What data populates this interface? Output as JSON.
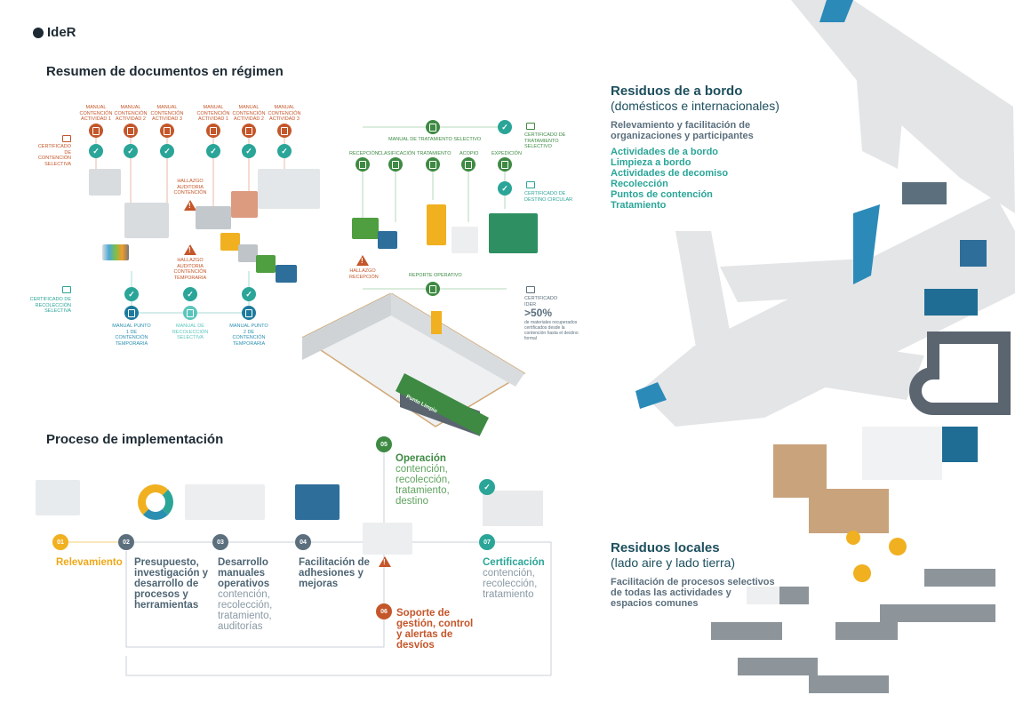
{
  "logo": {
    "text": "IdeR"
  },
  "section1": {
    "title": "Resumen de documentos en régimen"
  },
  "contention_manuals": [
    "MANUAL CONTENCIÓN ACTIVIDAD 1",
    "MANUAL CONTENCIÓN ACTIVIDAD 2",
    "MANUAL CONTENCIÓN ACTIVIDAD 3",
    "MANUAL CONTENCIÓN ACTIVIDAD 1",
    "MANUAL CONTENCIÓN ACTIVIDAD 2",
    "MANUAL CONTENCIÓN ACTIVIDAD 3"
  ],
  "cert_contencion": "CERTIFICADO DE CONTENCIÓN SELECTIVA",
  "hallazgo_contencion": "HALLAZGO AUDITORIA CONTENCIÓN",
  "hallazgo_temporaria": "HALLAZGO AUDITORIA CONTENCIÓN TEMPORARIA",
  "cert_recoleccion": "CERTIFICADO DE RECOLECCIÓN SELECTIVA",
  "collection_manuals": [
    "MANUAL PUNTO 1 DE CONTENCIÓN TEMPORARIA",
    "MANUAL DE RECOLECCIÓN SELECTIVA",
    "MANUAL PUNTO 2 DE CONTENCIÓN TEMPORARIA"
  ],
  "treatment": {
    "manual": "MANUAL DE TRATAMIENTO SELECTIVO",
    "cert": "CERTIFICADO DE TRATAMIENTO SELECTIVO",
    "stages": [
      "RECEPCIÓN",
      "CLASIFICACIÓN",
      "TRATAMIENTO",
      "ACOPIO",
      "EXPEDICIÓN"
    ],
    "cert_destino": "CERTIFICADO DE DESTINO CIRCULAR",
    "hallazgo_recepcion": "HALLAZGO RECEPCIÓN",
    "reporte": "REPORTE OPERATIVO",
    "cert_ider": "CERTIFICADO IdeR",
    "percent": ">50%",
    "percent_note": "de materiales recuperados certificados desde la contención hasta el destino formal",
    "sign": "Punto Limpio"
  },
  "section2": {
    "title": "Proceso de implementación"
  },
  "steps": [
    {
      "num": "01",
      "title": "Relevamiento",
      "sub": ""
    },
    {
      "num": "02",
      "title": "Presupuesto, investigación y desarrollo de procesos y herramientas",
      "sub": ""
    },
    {
      "num": "03",
      "title": "Desarrollo manuales operativos",
      "sub": "contención, recolección, tratamiento, auditorías"
    },
    {
      "num": "04",
      "title": "Facilitación de adhesiones y mejoras",
      "sub": ""
    },
    {
      "num": "05",
      "title": "Operación",
      "sub": "contención, recolección, tratamiento, destino"
    },
    {
      "num": "06",
      "title": "Soporte de gestión, control y alertas de desvíos",
      "sub": ""
    },
    {
      "num": "07",
      "title": "Certificación",
      "sub": "contención, recolección, tratamiento"
    }
  ],
  "onboard": {
    "title": "Residuos de a bordo",
    "subtitle": "(domésticos e internacionales)",
    "desc": "Relevamiento y facilitación de organizaciones y participantes",
    "items": [
      "Actividades de a bordo",
      "Limpieza a bordo",
      "Actividades de decomiso",
      "Recolección",
      "Puntos de contención",
      "Tratamiento"
    ]
  },
  "local": {
    "title": "Residuos locales",
    "subtitle": "(lado aire y lado tierra)",
    "desc": "Facilitación de procesos selectivos de todas las actividades y espacios comunes"
  },
  "colors": {
    "orange": "#c4562a",
    "teal": "#2aa598",
    "green": "#3e8a43",
    "blue": "#2a8fb0",
    "light_teal": "#5cc5bb",
    "yellow": "#f0b020",
    "slate": "#5b6f7d",
    "dark": "#1d4f5e"
  }
}
